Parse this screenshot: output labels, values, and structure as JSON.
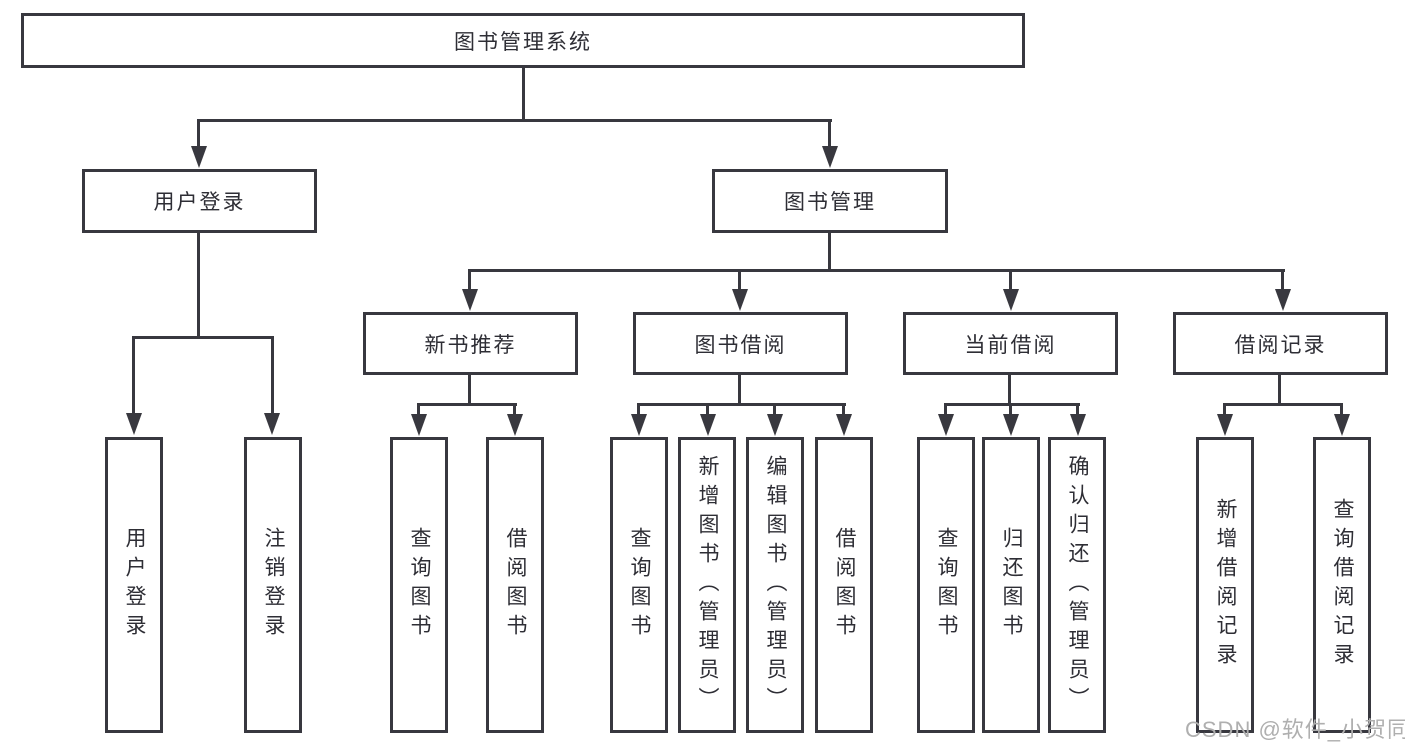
{
  "tree": {
    "label": "图书管理系统",
    "children": [
      {
        "label": "用户登录",
        "children": [
          {
            "label": "用户登录"
          },
          {
            "label": "注销登录"
          }
        ]
      },
      {
        "label": "图书管理",
        "children": [
          {
            "label": "新书推荐",
            "children": [
              {
                "label": "查询图书"
              },
              {
                "label": "借阅图书"
              }
            ]
          },
          {
            "label": "图书借阅",
            "children": [
              {
                "label": "查询图书"
              },
              {
                "label": "新增图书（管理员）"
              },
              {
                "label": "编辑图书（管理员）"
              },
              {
                "label": "借阅图书"
              }
            ]
          },
          {
            "label": "当前借阅",
            "children": [
              {
                "label": "查询图书"
              },
              {
                "label": "归还图书"
              },
              {
                "label": "确认归还（管理员）"
              }
            ]
          },
          {
            "label": "借阅记录",
            "children": [
              {
                "label": "新增借阅记录"
              },
              {
                "label": "查询借阅记录"
              }
            ]
          }
        ]
      }
    ]
  },
  "watermark": {
    "text": "CSDN @软件_小贺同学",
    "color": "#afafaf"
  },
  "colors": {
    "line": "#38383f",
    "text": "#2e2e35",
    "background": "#ffffff"
  }
}
